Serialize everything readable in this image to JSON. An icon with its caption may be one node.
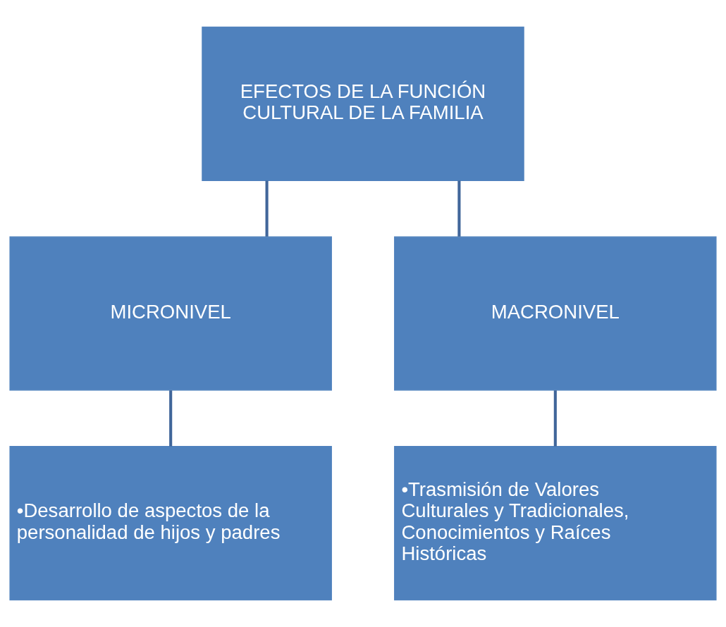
{
  "diagram": {
    "nodes": [
      {
        "text": [
          "EFECTOS DE LA FUNCIÓN CULTURAL DE LA FAMILIA"
        ]
      },
      {
        "text": [
          "MICRONIVEL"
        ]
      },
      {
        "text": [
          "MACRONIVEL"
        ]
      },
      {
        "text": [
          "•Desarrollo de aspectos de la personalidad de hijos y padres"
        ]
      },
      {
        "text": [
          "•Trasmisión de Valores Culturales y Tradicionales, Conocimientos y Raíces Históricas"
        ]
      }
    ],
    "edges": [
      {
        "from": 0,
        "to": 1,
        "arrow": "none"
      },
      {
        "from": 0,
        "to": 2,
        "arrow": "none"
      },
      {
        "from": 1,
        "to": 3,
        "arrow": "none"
      },
      {
        "from": 2,
        "to": 4,
        "arrow": "none"
      }
    ]
  }
}
